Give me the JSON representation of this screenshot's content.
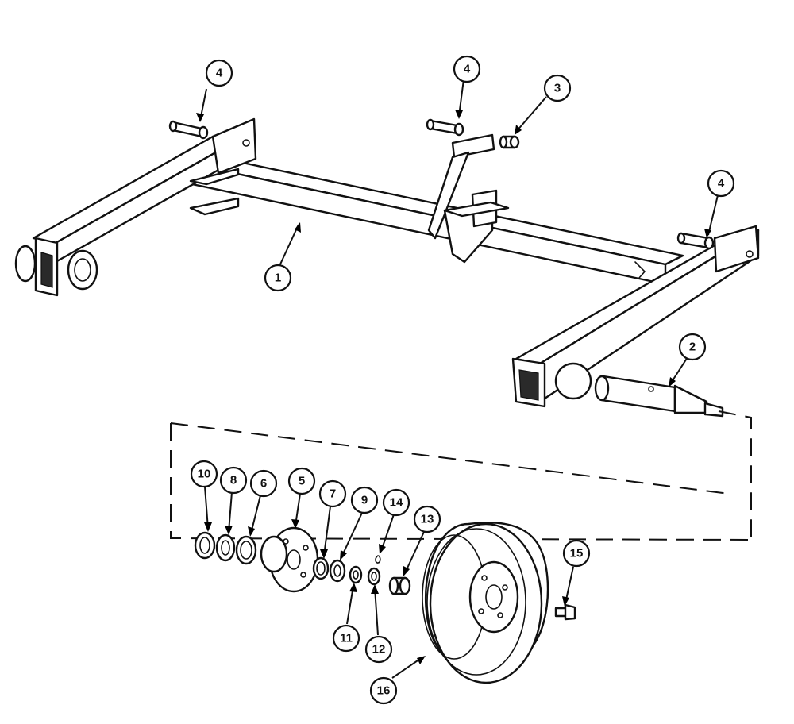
{
  "callouts": [
    {
      "label": "1",
      "part": "main frame"
    },
    {
      "label": "2",
      "part": "spindle"
    },
    {
      "label": "3",
      "part": "bushing"
    },
    {
      "label": "4",
      "part": "pin"
    },
    {
      "label": "5",
      "part": "hub"
    },
    {
      "label": "6",
      "part": "bearing cup"
    },
    {
      "label": "7",
      "part": "bearing cup"
    },
    {
      "label": "8",
      "part": "bearing cone"
    },
    {
      "label": "9",
      "part": "bearing cone"
    },
    {
      "label": "10",
      "part": "seal"
    },
    {
      "label": "11",
      "part": "washer"
    },
    {
      "label": "12",
      "part": "nut"
    },
    {
      "label": "13",
      "part": "dust cap"
    },
    {
      "label": "14",
      "part": "cotter pin"
    },
    {
      "label": "15",
      "part": "wheel bolt"
    },
    {
      "label": "16",
      "part": "wheel rim"
    }
  ],
  "colors": {
    "line": "#111111",
    "background": "#ffffff"
  }
}
